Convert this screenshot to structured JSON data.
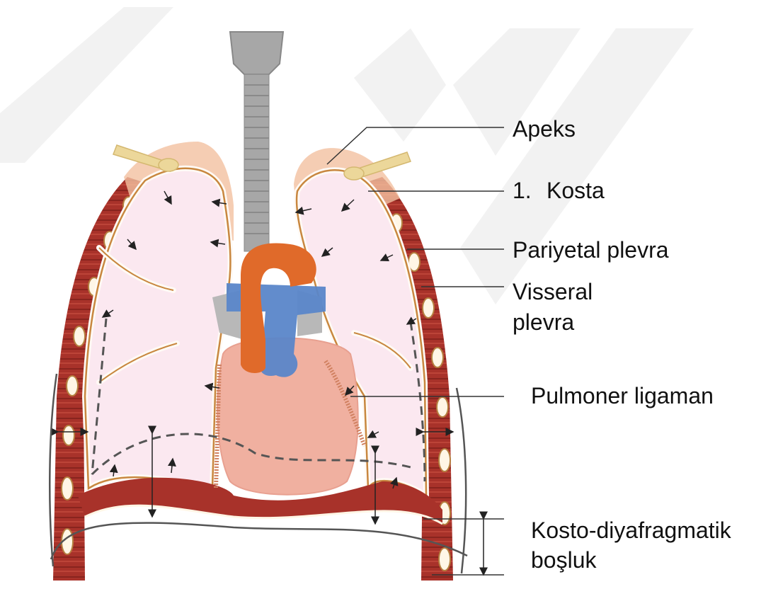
{
  "labels": {
    "apex": "Apeks",
    "rib_number": "1.",
    "rib": "Kosta",
    "parietal": "Pariyetal plevra",
    "visceral_1": "Visseral",
    "visceral_2": "plevra",
    "ligament": "Pulmoner ligaman",
    "recess_1": "Kosto-diyafragmatik",
    "recess_2": "boşluk"
  },
  "colors": {
    "lung": "#fbe8f0",
    "pleura_line": "#c8873f",
    "chest_wall": "#a8322a",
    "apex_tissue": "#f2c0a0",
    "heart": "#f0b0a0",
    "aorta": "#e06a2a",
    "vena_cava": "#5a86c9",
    "trachea": "#a7a7a7",
    "nerve": "#ecd79a",
    "watermark": "#f0f0f0"
  }
}
